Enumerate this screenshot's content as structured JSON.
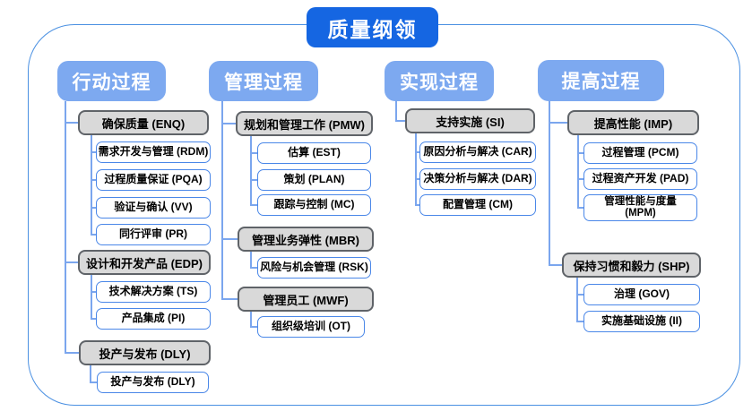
{
  "title": "质量纲领",
  "colors": {
    "title_bg": "#1566e2",
    "header_bg": "#7da9f0",
    "gray_fill": "#d9d9d9",
    "gray_border": "#5f6368",
    "white_border": "#4a87e8",
    "connector": "#7ba6ee",
    "frame_border": "#4a90e2"
  },
  "columns": [
    {
      "header": "行动过程",
      "groups": [
        {
          "label": "确保质量 (ENQ)",
          "children": [
            "需求开发与管理 (RDM)",
            "过程质量保证 (PQA)",
            "验证与确认 (VV)",
            "同行评审 (PR)"
          ]
        },
        {
          "label": "设计和开发产品 (EDP)",
          "children": [
            "技术解决方案 (TS)",
            "产品集成 (PI)"
          ]
        },
        {
          "label": "投产与发布 (DLY)",
          "children": [
            "投产与发布 (DLY)"
          ]
        }
      ]
    },
    {
      "header": "管理过程",
      "groups": [
        {
          "label": "规划和管理工作 (PMW)",
          "children": [
            "估算 (EST)",
            "策划 (PLAN)",
            "跟踪与控制 (MC)"
          ]
        },
        {
          "label": "管理业务弹性 (MBR)",
          "children": [
            "风险与机会管理 (RSK)"
          ]
        },
        {
          "label": "管理员工 (MWF)",
          "children": [
            "组织级培训 (OT)"
          ]
        }
      ]
    },
    {
      "header": "实现过程",
      "groups": [
        {
          "label": "支持实施 (SI)",
          "children": [
            "原因分析与解决 (CAR)",
            "决策分析与解决 (DAR)",
            "配置管理 (CM)"
          ]
        }
      ]
    },
    {
      "header": "提高过程",
      "groups": [
        {
          "label": "提高性能 (IMP)",
          "children": [
            "过程管理 (PCM)",
            "过程资产开发 (PAD)",
            "管理性能与度量 (MPM)"
          ]
        },
        {
          "label": "保持习惯和毅力 (SHP)",
          "children": [
            "治理 (GOV)",
            "实施基础设施 (II)"
          ]
        }
      ]
    }
  ]
}
